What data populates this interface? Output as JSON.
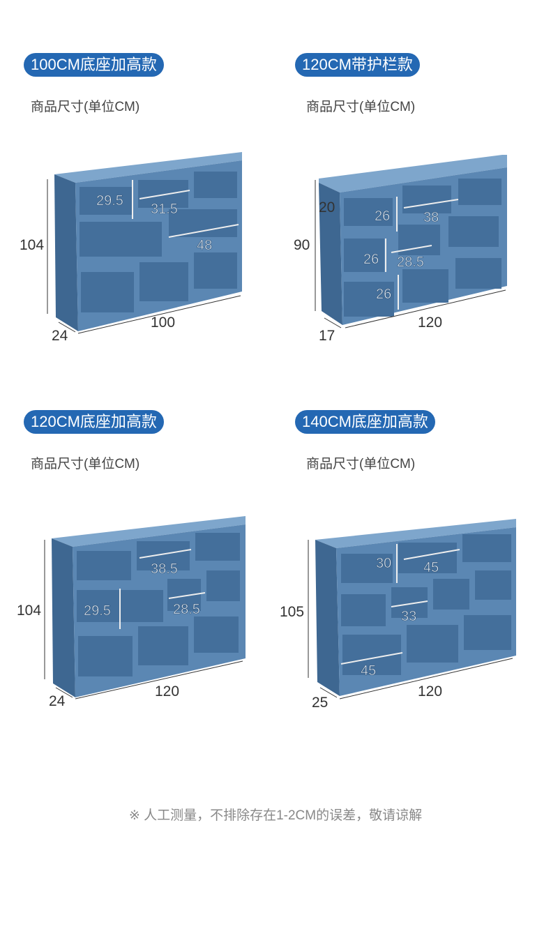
{
  "panels": [
    {
      "title": "100CM底座加高款",
      "subtitle": "商品尺寸(单位CM)",
      "dims": {
        "height": "104",
        "depth": "24",
        "width": "100"
      },
      "inner_dims": [
        "29.5",
        "31.5",
        "48"
      ]
    },
    {
      "title": "120CM带护栏款",
      "subtitle": "商品尺寸(单位CM)",
      "dims": {
        "height": "90",
        "depth": "17",
        "width": "120",
        "rail": "20"
      },
      "inner_dims": [
        "26",
        "38",
        "26",
        "28.5",
        "26"
      ]
    },
    {
      "title": "120CM底座加高款",
      "subtitle": "商品尺寸(单位CM)",
      "dims": {
        "height": "104",
        "depth": "24",
        "width": "120"
      },
      "inner_dims": [
        "38.5",
        "29.5",
        "28.5"
      ]
    },
    {
      "title": "140CM底座加高款",
      "subtitle": "商品尺寸(单位CM)",
      "dims": {
        "height": "105",
        "depth": "25",
        "width": "120"
      },
      "inner_dims": [
        "30",
        "45",
        "33",
        "45"
      ]
    }
  ],
  "note": "※ 人工测量，不排除存在1-2CM的误差，敬请谅解",
  "colors": {
    "badge": "#2468b3",
    "shelf_face": "#5b87b3",
    "shelf_dark": "#3e6791",
    "shelf_inner": "#4a76a2"
  }
}
